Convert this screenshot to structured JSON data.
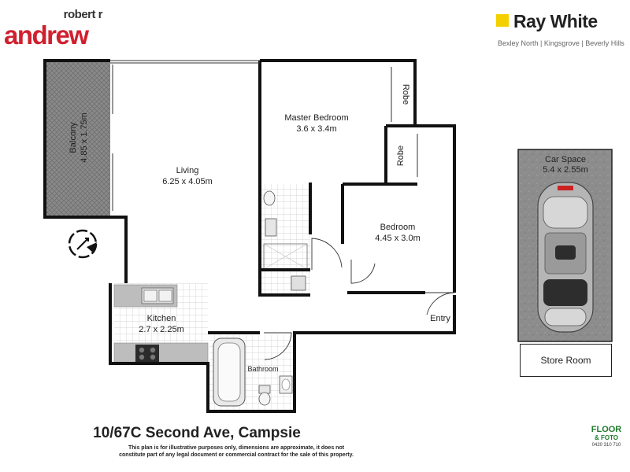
{
  "branding": {
    "agency_top": "robert r",
    "agency_main": "andrew",
    "rw_name": "Ray White",
    "rw_suburbs": "Bexley North | Kingsgrove | Beverly Hills",
    "rw_color": "#f5d000",
    "agency_color": "#d0202e"
  },
  "rooms": {
    "balcony": {
      "name": "Balcony",
      "dims": "4.85 x 1.75m"
    },
    "living": {
      "name": "Living",
      "dims": "6.25 x 4.05m"
    },
    "master_bedroom": {
      "name": "Master Bedroom",
      "dims": "3.6 x 3.4m"
    },
    "robe_1": "Robe",
    "robe_2": "Robe",
    "bedroom": {
      "name": "Bedroom",
      "dims": "4.45 x 3.0m"
    },
    "kitchen": {
      "name": "Kitchen",
      "dims": "2.7 x 2.25m"
    },
    "bathroom": "Bathroom",
    "entry": "Entry",
    "car_space": {
      "name": "Car Space",
      "dims": "5.4 x 2.55m"
    },
    "store_room": "Store Room"
  },
  "address": "10/67C Second Ave, Campsie",
  "disclaimer": "This plan is for illustrative purposes only, dimensions are approximate, it does not constitute part of any legal document or commercial contract for the sale of this property.",
  "floorplanner": {
    "line1": "FLOOR",
    "line2": "& FOTO",
    "phone": "0420 310 710"
  },
  "icons": [
    "compass-icon",
    "car-icon",
    "sink-icon",
    "toilet-icon",
    "bathtub-icon",
    "cooktop-icon"
  ]
}
